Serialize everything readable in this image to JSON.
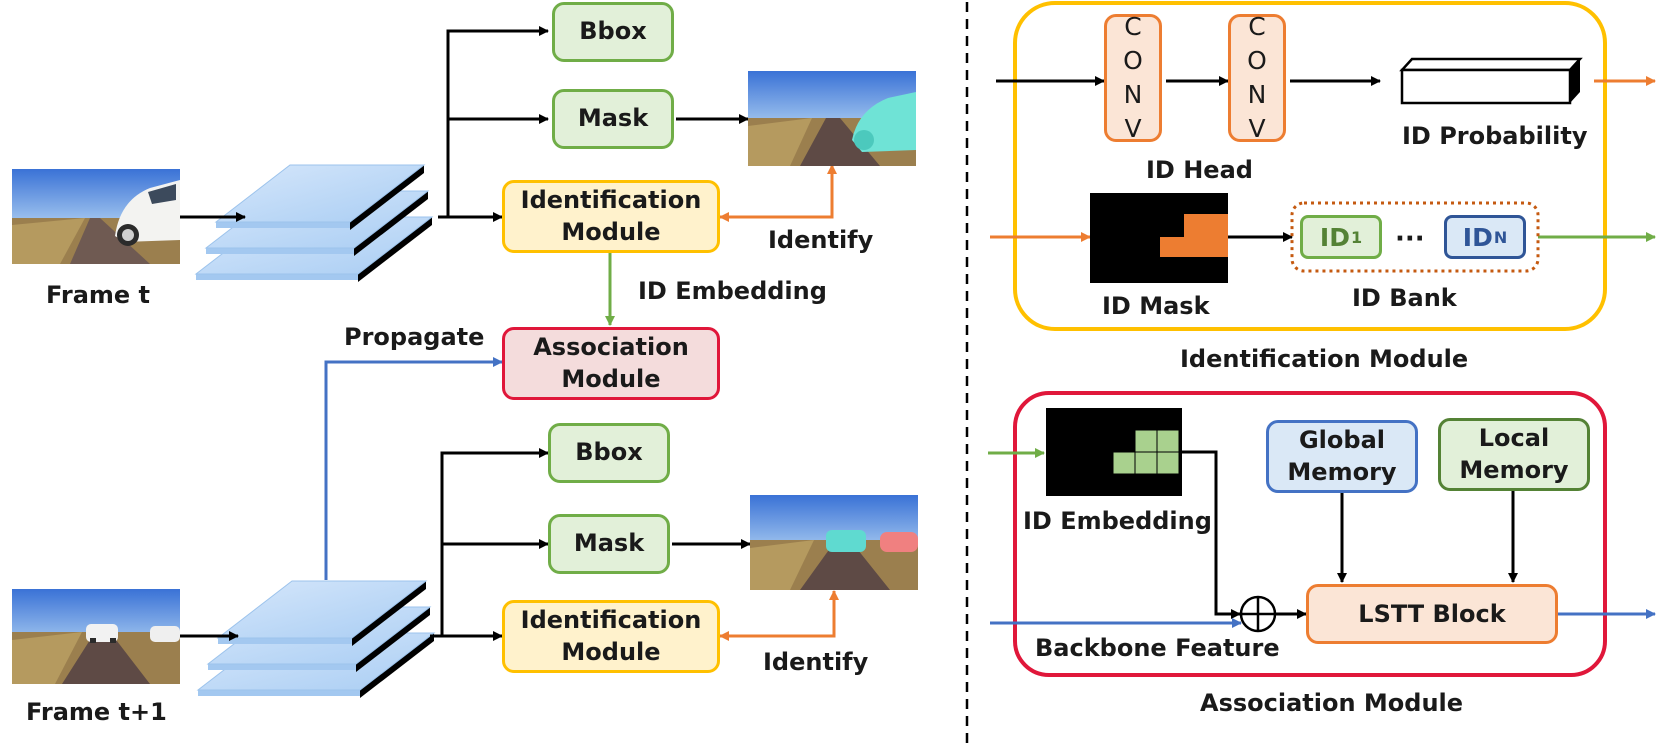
{
  "left": {
    "frame_t_label": "Frame t",
    "frame_t1_label": "Frame t+1",
    "top": {
      "bbox": "Bbox",
      "mask": "Mask",
      "identification_line1": "Identification",
      "identification_line2": "Module",
      "identify": "Identify",
      "id_embedding": "ID Embedding"
    },
    "propagate": "Propagate",
    "association_line1": "Association",
    "association_line2": "Module",
    "bottom": {
      "bbox": "Bbox",
      "mask": "Mask",
      "identification_line1": "Identification",
      "identification_line2": "Module",
      "identify": "Identify"
    }
  },
  "identification_panel": {
    "title": "Identification Module",
    "conv1": "C\nO\nN\nV",
    "conv2": "C\nO\nN\nV",
    "id_head": "ID Head",
    "id_probability": "ID Probability",
    "id_mask": "ID Mask",
    "id_bank": "ID Bank",
    "id1_main": "ID",
    "id1_sub": "1",
    "ellipsis": "···",
    "idn_main": "ID",
    "idn_sub": "N"
  },
  "association_panel": {
    "title": "Association Module",
    "id_embedding": "ID Embedding",
    "global_line1": "Global",
    "global_line2": "Memory",
    "local_line1": "Local",
    "local_line2": "Memory",
    "lstt_block": "LSTT Block",
    "backbone_feature": "Backbone Feature",
    "plus_symbol": "+"
  },
  "colors": {
    "black_arrow": "#000000",
    "orange_arrow": "#ed7d31",
    "green_arrow": "#70ad47",
    "blue_arrow": "#4472c4",
    "ident_border": "#ffc000",
    "assoc_border": "#e0173a",
    "mask_fill": "#ed7d31",
    "embed_fill": "#a9d18e",
    "layer_fill": "#bdd7f5"
  }
}
